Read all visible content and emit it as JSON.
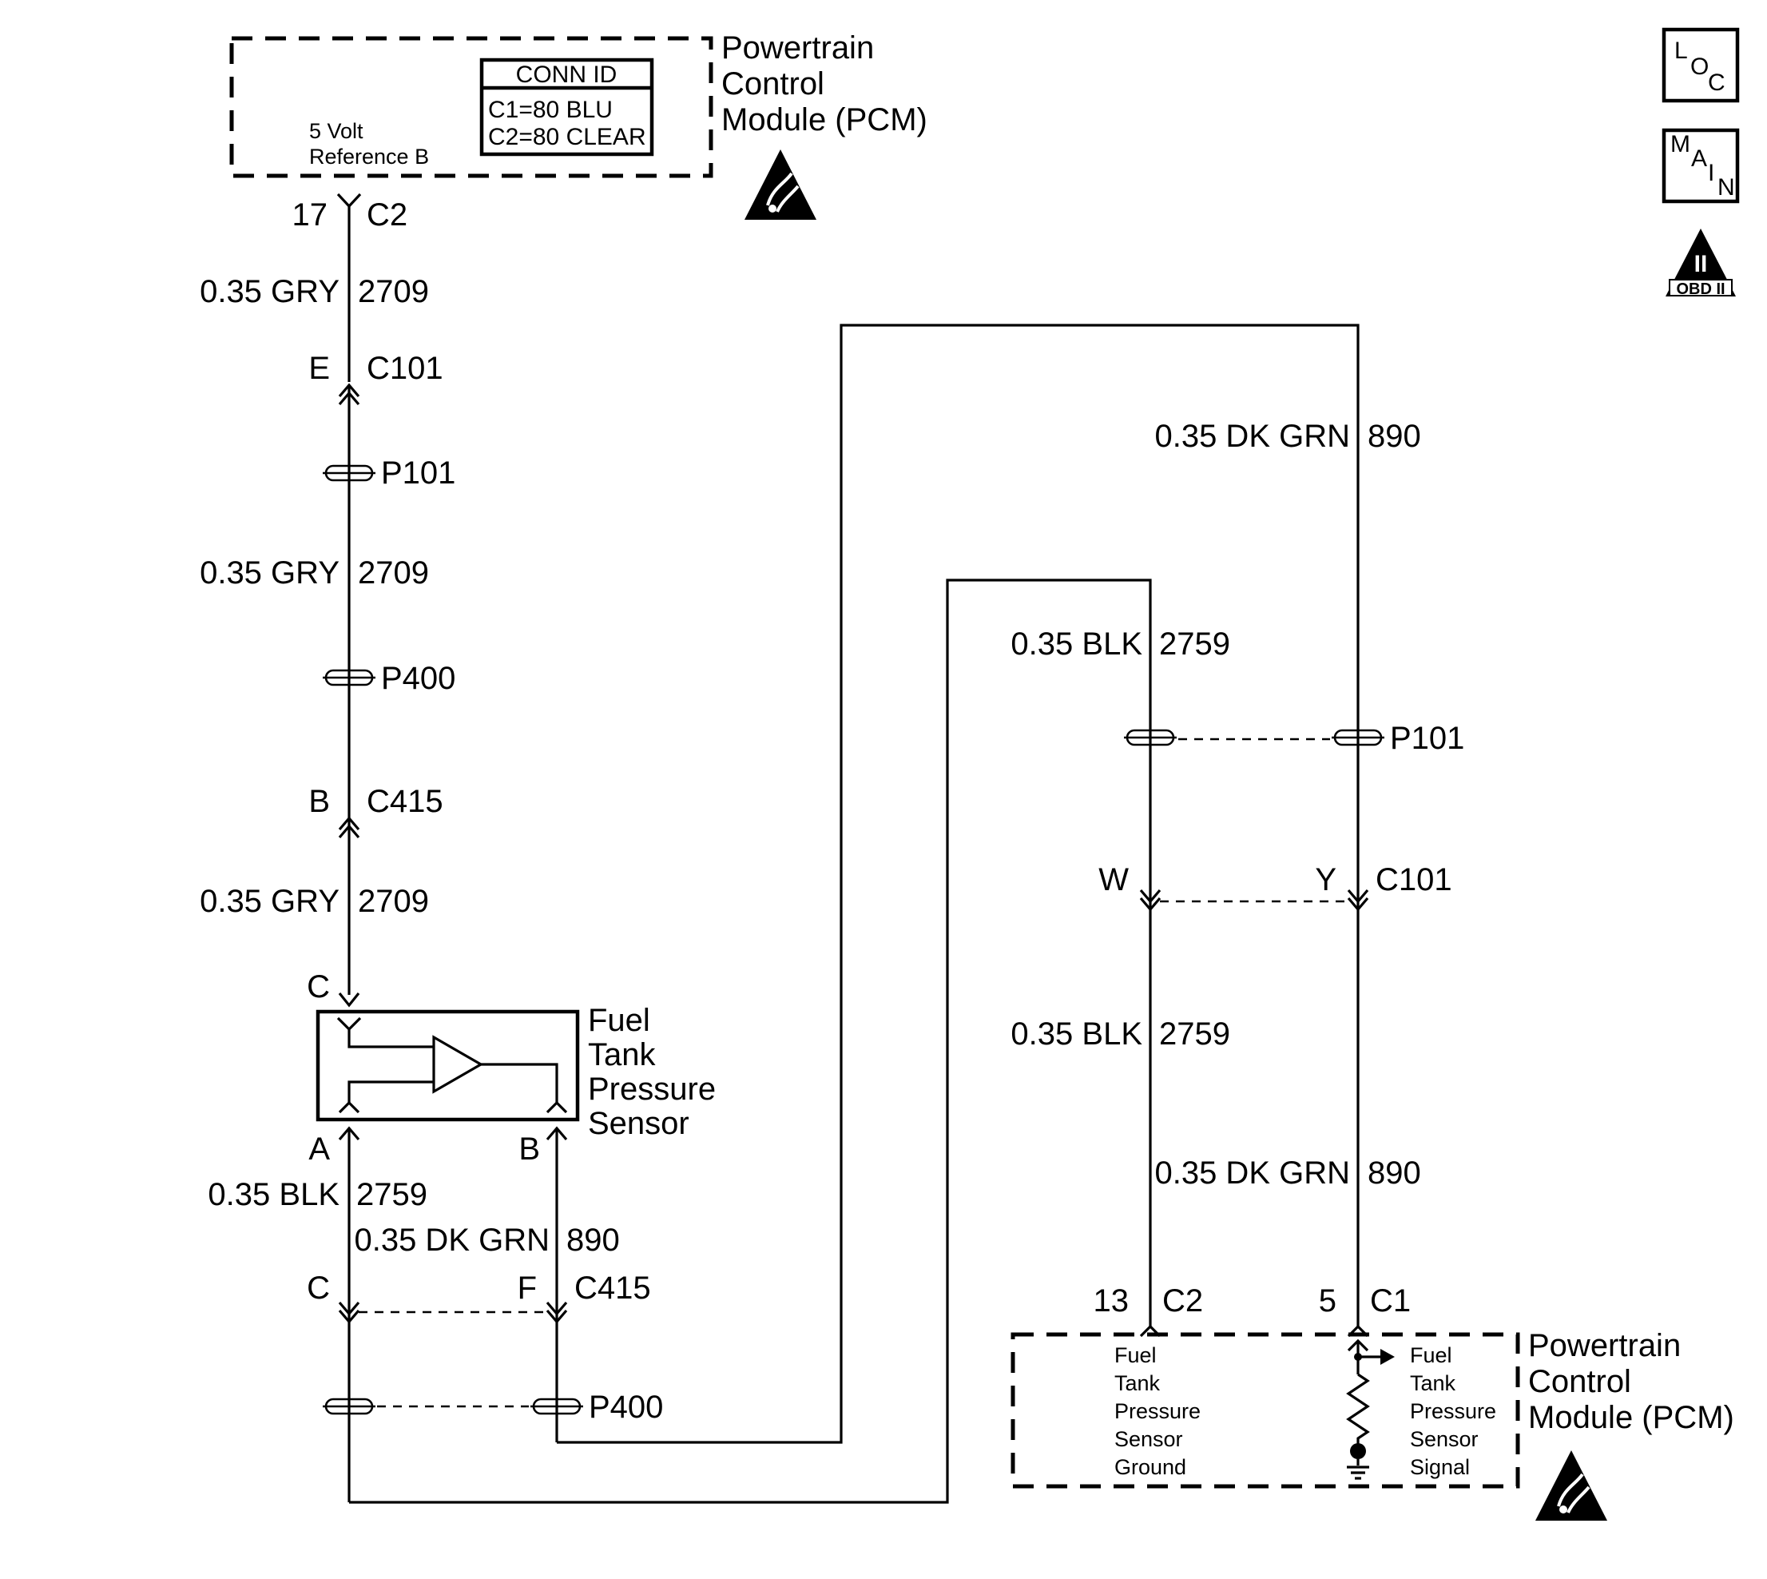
{
  "pcm_top": {
    "title": [
      "Powertrain",
      "Control",
      "Module (PCM)"
    ],
    "conn_id_title": "CONN ID",
    "conn_id_lines": [
      "C1=80 BLU",
      "C2=80 CLEAR"
    ],
    "ref_label": [
      "5 Volt",
      "Reference B"
    ]
  },
  "pcm_bottom": {
    "title": [
      "Powertrain",
      "Control",
      "Module (PCM)"
    ],
    "ground_label": [
      "Fuel",
      "Tank",
      "Pressure",
      "Sensor",
      "Ground"
    ],
    "signal_label": [
      "Fuel",
      "Tank",
      "Pressure",
      "Sensor",
      "Signal"
    ]
  },
  "sensor": {
    "label": [
      "Fuel",
      "Tank",
      "Pressure",
      "Sensor"
    ]
  },
  "badges": {
    "loc": [
      "L",
      "O",
      "C"
    ],
    "main": [
      "M",
      "A",
      "I",
      "N"
    ],
    "obd_numeral": "II",
    "obd_text": "OBD II"
  },
  "left_column": {
    "pin_top_num": "17",
    "pin_top_conn": "C2",
    "wire1": {
      "size": "0.35 GRY",
      "circuit": "2709"
    },
    "c101_pin": "E",
    "c101": "C101",
    "p101": "P101",
    "wire2": {
      "size": "0.35 GRY",
      "circuit": "2709"
    },
    "p400": "P400",
    "c415_pin": "B",
    "c415": "C415",
    "wire3": {
      "size": "0.35 GRY",
      "circuit": "2709"
    },
    "sensor_pin_c": "C",
    "sensor_pin_a": "A",
    "sensor_pin_b": "B",
    "blk": {
      "size": "0.35 BLK",
      "circuit": "2759"
    },
    "grn": {
      "size": "0.35 DK GRN",
      "circuit": "890"
    },
    "c415b_pin_c": "C",
    "c415b_pin_f": "F",
    "c415b": "C415",
    "p400b": "P400"
  },
  "right_column": {
    "grn_top": {
      "size": "0.35 DK GRN",
      "circuit": "890"
    },
    "blk_top": {
      "size": "0.35 BLK",
      "circuit": "2759"
    },
    "p101": "P101",
    "pin_w": "W",
    "pin_y": "Y",
    "c101": "C101",
    "blk_bottom": {
      "size": "0.35 BLK",
      "circuit": "2759"
    },
    "grn_bottom": {
      "size": "0.35 DK GRN",
      "circuit": "890"
    },
    "pin_13": "13",
    "conn_c2": "C2",
    "pin_5": "5",
    "conn_c1": "C1"
  }
}
